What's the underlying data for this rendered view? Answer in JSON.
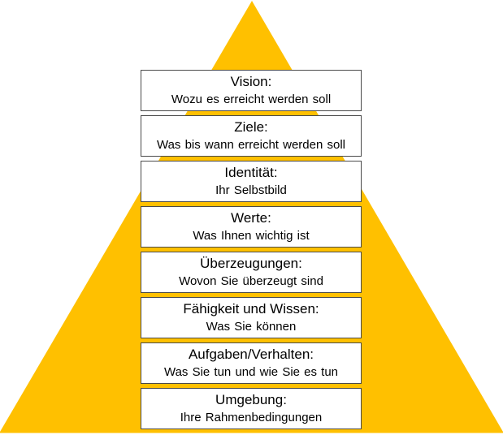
{
  "diagram": {
    "pyramid_color": "#FFC000",
    "levels": [
      {
        "title": "Vision:",
        "subtitle": "Wozu es erreicht werden soll"
      },
      {
        "title": "Ziele:",
        "subtitle": "Was bis wann erreicht werden soll"
      },
      {
        "title": "Identität:",
        "subtitle": "Ihr Selbstbild"
      },
      {
        "title": "Werte:",
        "subtitle": "Was Ihnen wichtig ist"
      },
      {
        "title": "Überzeugungen:",
        "subtitle": "Wovon Sie überzeugt sind"
      },
      {
        "title": "Fähigkeit und Wissen:",
        "subtitle": "Was Sie können"
      },
      {
        "title": "Aufgaben/Verhalten:",
        "subtitle": "Was Sie tun und wie Sie es tun"
      },
      {
        "title": "Umgebung:",
        "subtitle": "Ihre Rahmenbedingungen"
      }
    ]
  }
}
